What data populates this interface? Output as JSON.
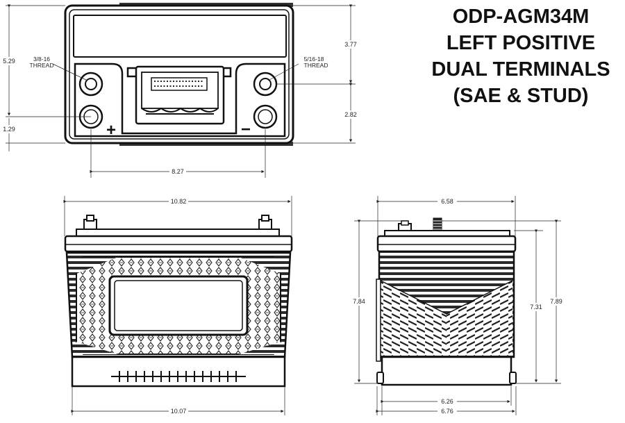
{
  "title": {
    "line1": "ODP-AGM34M",
    "line2": "LEFT POSITIVE",
    "line3": "DUAL TERMINALS",
    "line4": "(SAE & STUD)"
  },
  "top_view": {
    "left_thread": "3/8-16",
    "right_thread": "5/16-18",
    "thread_word": "THREAD",
    "dim_total_height": "5.29",
    "dim_bottom_height": "1.29",
    "dim_upper_right": "3.77",
    "dim_lower_right": "2.82",
    "dim_terminal_spacing": "8.27",
    "positive_mark": "+",
    "negative_mark": "−"
  },
  "front_view": {
    "dim_top_width": "10.82",
    "dim_bottom_width": "10.07"
  },
  "side_view": {
    "dim_top_width": "6.58",
    "dim_total_height": "7.84",
    "dim_case_height": "7.31",
    "dim_stud_height": "7.89",
    "dim_base_width_inner": "6.26",
    "dim_base_width_outer": "6.76"
  }
}
